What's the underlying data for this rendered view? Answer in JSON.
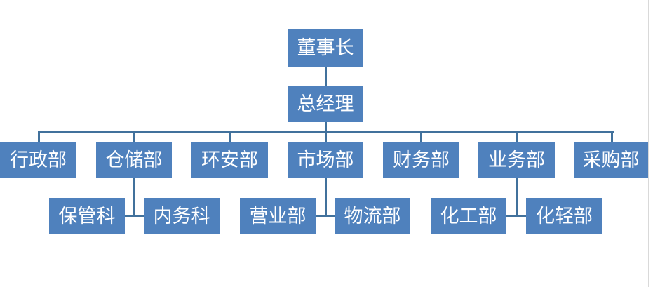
{
  "org_chart": {
    "chairman": "董事长",
    "general_manager": "总经理",
    "departments": {
      "admin": "行政部",
      "warehouse": "仓储部",
      "safety": "环安部",
      "market": "市场部",
      "finance": "财务部",
      "business": "业务部",
      "purchasing": "采购部"
    },
    "sub_units": {
      "warehouse_custody": "保管科",
      "warehouse_internal": "内务科",
      "market_sales": "营业部",
      "market_logistics": "物流部",
      "business_chemical": "化工部",
      "business_light": "化轻部"
    },
    "colors": {
      "box_fill": "#4f81bd",
      "box_text": "#ffffff",
      "connector": "#41719c"
    }
  }
}
